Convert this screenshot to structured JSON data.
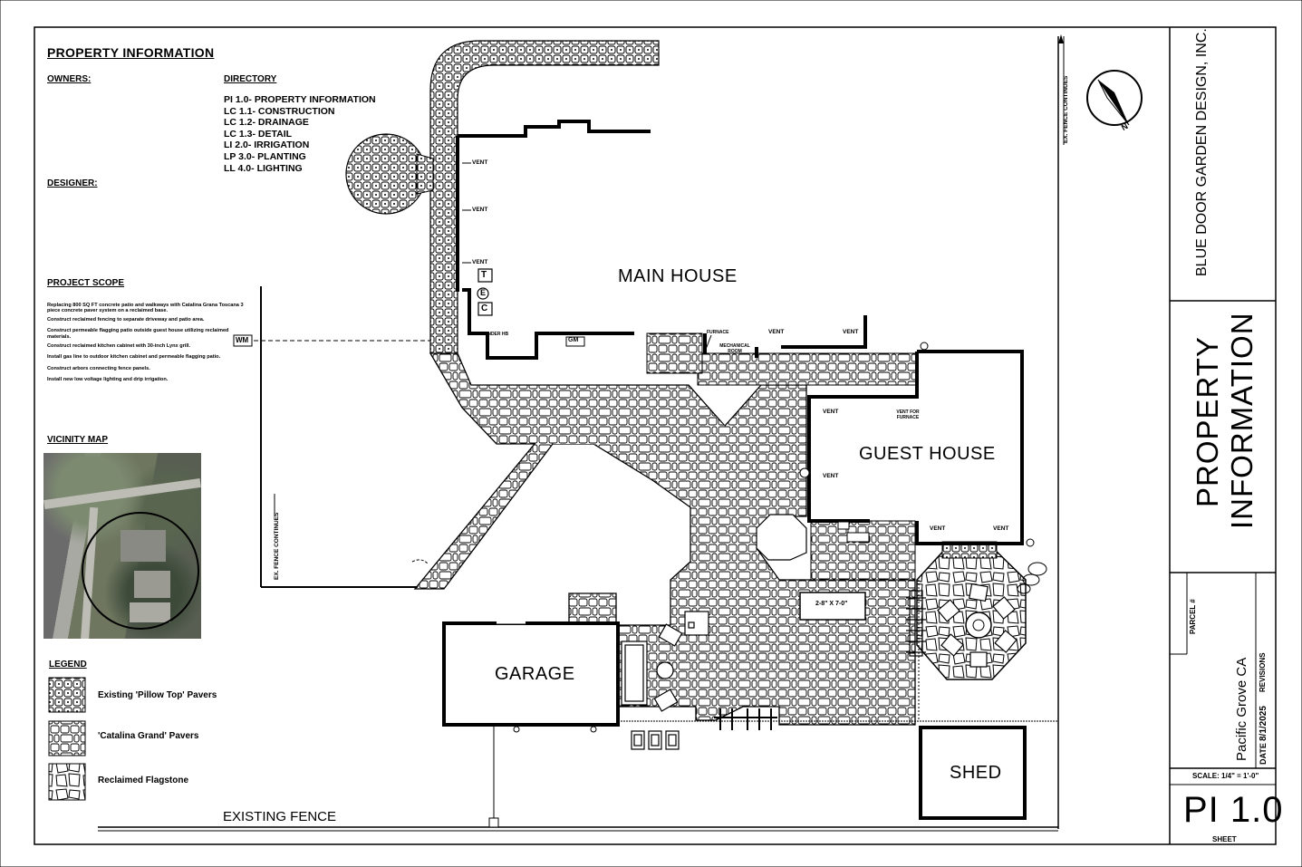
{
  "property_info": {
    "title": "PROPERTY INFORMATION",
    "owners_label": "OWNERS:",
    "designer_label": "DESIGNER:",
    "directory_label": "DIRECTORY",
    "directory": [
      "PI 1.0- PROPERTY INFORMATION",
      "LC 1.1- CONSTRUCTION",
      "LC 1.2- DRAINAGE",
      "LC 1.3- DETAIL",
      "LI 2.0- IRRIGATION",
      "LP 3.0- PLANTING",
      "LL 4.0- LIGHTING"
    ],
    "scope_label": "PROJECT SCOPE",
    "scope": [
      "Replacing 800 SQ FT concrete patio and walkways with Catalina Grana Toscana 3 piece concrete paver system on a reclaimed base.",
      "Construct reclaimed fencing to separate driveway and patio area.",
      "Construct permeable flagging patio outside guest house utilizing reclaimed materials.",
      "Construct reclaimed kitchen cabinet with 30-inch Lynx grill.",
      "Install gas line to outdoor kitchen cabinet and permeable flagging patio.",
      "Construct arbors connecting fence panels.",
      "Install new low voltage lighting and drip irrigation."
    ],
    "vicinity_label": "VICINITY MAP",
    "legend_label": "LEGEND",
    "legend": [
      "Existing 'Pillow Top' Pavers",
      "'Catalina Grand' Pavers",
      "Reclaimed Flagstone"
    ]
  },
  "plan": {
    "main_house": "MAIN HOUSE",
    "guest_house": "GUEST HOUSE",
    "garage": "GARAGE",
    "shed": "SHED",
    "existing_fence": "EXISTING FENCE",
    "fence_continues": "EX. FENCE CONTINUES",
    "vent": "VENT",
    "vent_under_hb": "VENT UNDER HB",
    "vent_for_furnace": "VENT FOR FURNACE",
    "furnace": "FURNACE",
    "mechanical_room": "MECHANICAL ROOM",
    "t_box": "T",
    "e_circle": "E",
    "c_box": "C",
    "wm": "WM",
    "gm": "GM",
    "table_size": "2-8\" X 7-0\"",
    "north": "N"
  },
  "title_block": {
    "company": "BLUE DOOR GARDEN DESIGN, INC.",
    "sheet_title_line1": "PROPERTY",
    "sheet_title_line2": "INFORMATION",
    "parcel_label": "PARCEL #",
    "location": "Pacific Grove CA",
    "date_label": "DATE",
    "date": "8/1/2025",
    "revisions_label": "REVISIONS",
    "scale": "SCALE: 1/4\" = 1'-0\"",
    "sheet_number": "PI 1.0",
    "sheet_label": "SHEET"
  }
}
